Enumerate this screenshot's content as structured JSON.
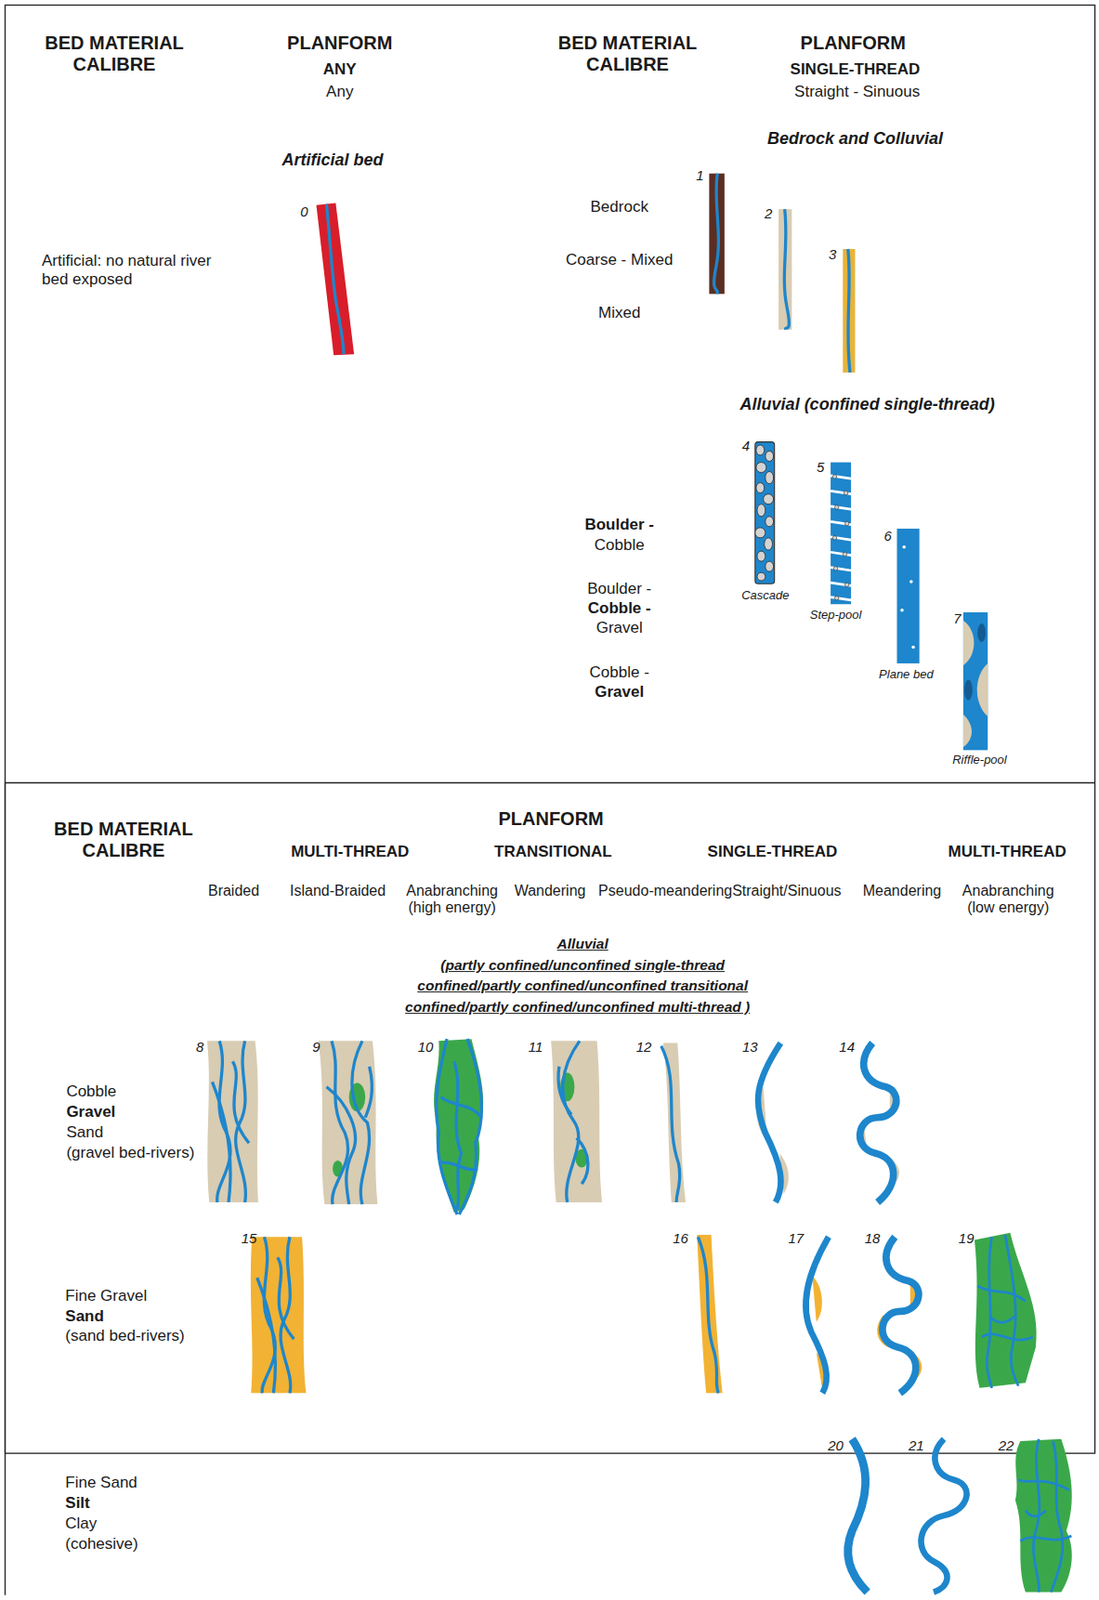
{
  "diagram": {
    "labels": [
      "BED MATERIAL CALIBRE",
      "PLANFORM",
      "ANY",
      "Any",
      "BED MATERIAL CALIBRE",
      "PLANFORM",
      "SINGLE-THREAD",
      "Straight - Sinuous",
      "Artificial bed",
      "Bedrock and Colluvial",
      "0",
      "Artificial: no natural river bed exposed",
      "1",
      "2",
      "3",
      "Bedrock",
      "Coarse - Mixed",
      "Mixed",
      "Alluvial (confined single-thread)",
      "4",
      "5",
      "6",
      "7",
      "Boulder -",
      "Cobble",
      "Boulder -",
      "Cobble -",
      "Gravel",
      "Cobble -",
      "Gravel",
      "Cascade",
      "Step-pool",
      "Plane bed",
      "Riffle-pool",
      "BED MATERIAL CALIBRE",
      "PLANFORM",
      "MULTI-THREAD",
      "TRANSITIONAL",
      "SINGLE-THREAD",
      "MULTI-THREAD",
      "Braided",
      "Island-Braided",
      "Anabranching (high energy)",
      "Wandering",
      "Pseudo-meandering",
      "Straight/Sinuous",
      "Meandering",
      "Anabranching (low energy)",
      "Alluvial",
      "(partly confined/unconfined single-thread",
      "confined/partly confined/unconfined transitional",
      "confined/partly confined/unconfined multi-thread )",
      "8",
      "9",
      "10",
      "11",
      "12",
      "13",
      "14",
      "Cobble",
      "Gravel",
      "Sand",
      "(gravel bed-rivers)",
      "15",
      "16",
      "17",
      "18",
      "19",
      "Fine Gravel",
      "Sand",
      "(sand bed-rivers)",
      "20",
      "21",
      "22",
      "Fine Sand",
      "Silt",
      "Clay",
      "(cohesive)"
    ]
  }
}
